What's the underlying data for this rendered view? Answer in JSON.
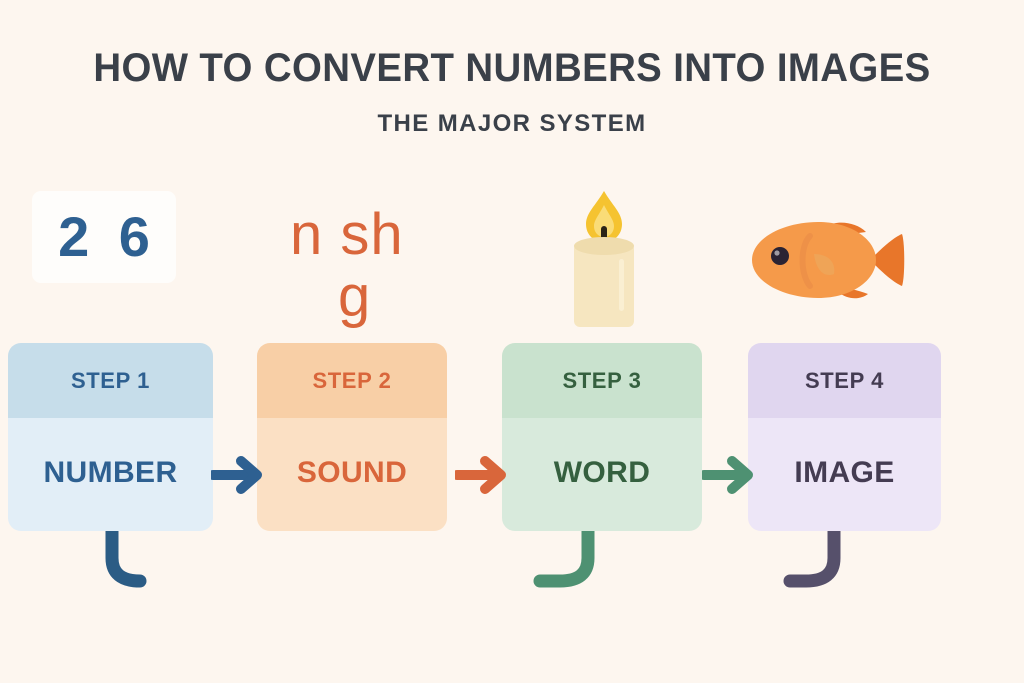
{
  "header": {
    "title": "HOW TO CONVERT NUMBERS INTO IMAGES",
    "subtitle": "THE MAJOR SYSTEM"
  },
  "background_color": "#FDF6EF",
  "example": {
    "number": "2 6",
    "sound_top": "n sh",
    "sound_bottom": "g",
    "word_icon": "candle-icon",
    "image_icon": "fish-icon"
  },
  "steps": [
    {
      "id": "step-1",
      "step_label": "STEP 1",
      "name_label": "NUMBER",
      "head_color": "#C6DDEA",
      "body_color": "#E2EEF7",
      "text_color": "#2E6091"
    },
    {
      "id": "step-2",
      "step_label": "STEP 2",
      "name_label": "SOUND",
      "head_color": "#F8CFA6",
      "body_color": "#FBE0C4",
      "text_color": "#D9663B"
    },
    {
      "id": "step-3",
      "step_label": "STEP 3",
      "name_label": "WORD",
      "head_color": "#C9E2CE",
      "body_color": "#D8EADC",
      "text_color": "#35603F"
    },
    {
      "id": "step-4",
      "step_label": "STEP 4",
      "name_label": "IMAGE",
      "head_color": "#E0D6EF",
      "body_color": "#EDE6F7",
      "text_color": "#443C52"
    }
  ],
  "arrows": [
    {
      "id": "arrow-1",
      "from": "NUMBER",
      "to": "SOUND",
      "color": "#2E6091"
    },
    {
      "id": "arrow-2",
      "from": "SOUND",
      "to": "WORD",
      "color": "#D9663B"
    },
    {
      "id": "arrow-3",
      "from": "WORD",
      "to": "IMAGE",
      "color": "#4E9172"
    }
  ],
  "connectors": {
    "loop_left_color": "#2B5C85",
    "loop_mid_color": "#4E9172",
    "loop_right_color": "#56506B",
    "stroke_width": 13
  },
  "palette": {
    "blue": "#2E6091",
    "orange": "#D9663B",
    "green": "#35603F",
    "purple": "#443C52",
    "title": "#3A4049",
    "candle_body": "#F6E6C0",
    "candle_top": "#EFDCAD",
    "candle_flame": "#F5C330",
    "candle_wick": "#2B2418",
    "fish_body": "#F59A4A",
    "fish_fin": "#E8762A",
    "fish_eye": "#2A2333"
  }
}
